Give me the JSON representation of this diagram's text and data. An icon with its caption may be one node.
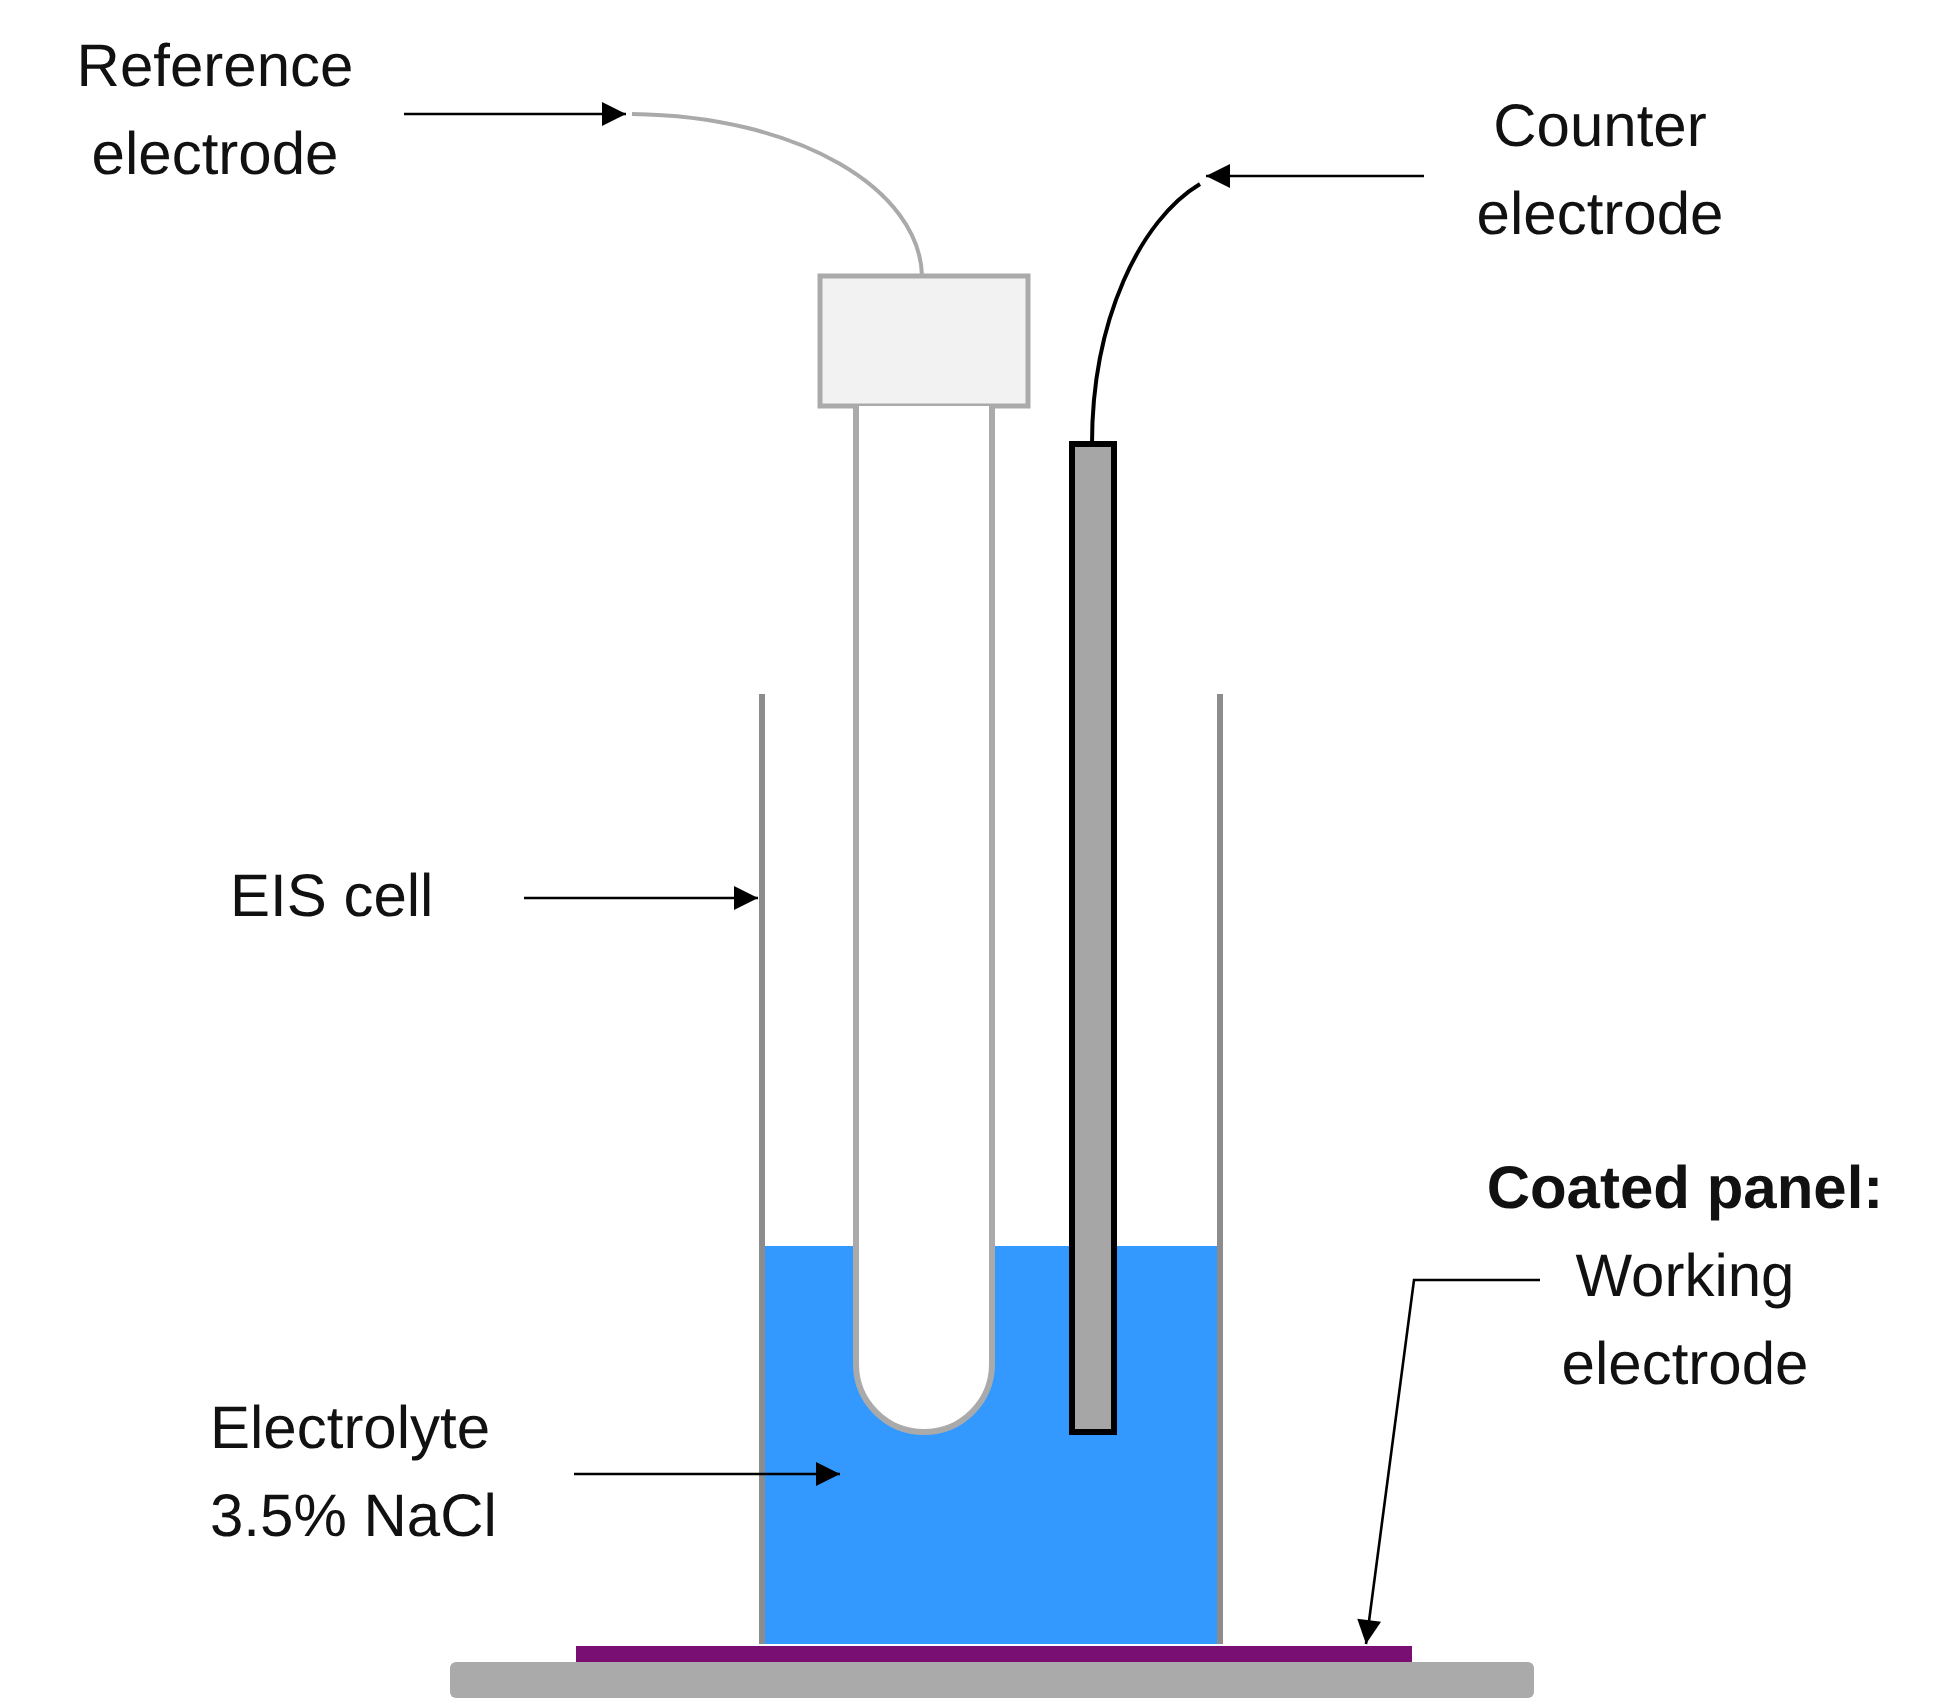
{
  "diagram": {
    "nodes": [
      {
        "text": [
          "Reference electrode"
        ]
      },
      {
        "text": [
          "Counter electrode"
        ]
      },
      {
        "text": [],
        "shape": "picture"
      },
      {
        "text": [],
        "shape": "picture"
      },
      {
        "text": [
          "EIS cell"
        ]
      },
      {
        "text": [],
        "shape": "picture"
      },
      {
        "text": [
          "Electrolyte 3.5% NaCl"
        ]
      },
      {
        "text": [],
        "shape": "box",
        "in": 5
      },
      {
        "text": [
          "Coated panel:",
          "Working electrode"
        ]
      },
      {
        "text": [],
        "shape": "bar"
      }
    ],
    "edges": [
      {
        "from": 0,
        "to": 2,
        "arrow": "to"
      },
      {
        "from": 1,
        "to": 3,
        "arrow": "to"
      },
      {
        "from": 4,
        "to": 5,
        "arrow": "to"
      },
      {
        "from": 6,
        "to": 7,
        "arrow": "to"
      },
      {
        "from": 8,
        "to": 9,
        "arrow": "to"
      }
    ]
  }
}
